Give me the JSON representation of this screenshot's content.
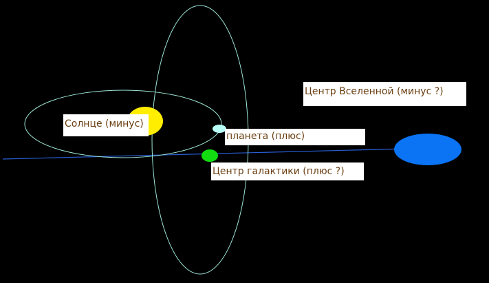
{
  "labels": {
    "sun": "Солнце (минус)",
    "planet": "планета (плюс)",
    "galaxy_center": "Центр галактики (плюс ?)",
    "universe_center": "Центр Вселенной (минус ?)"
  },
  "colors": {
    "background": "#000000",
    "orbit": "#9ee8d8",
    "axis_line": "#2a5fd6",
    "sun": "#ffee00",
    "planet": "#b8fff8",
    "galaxy_center": "#11dd11",
    "universe_center": "#0a74f5",
    "label_text": "#6b3f12",
    "label_background": "#ffffff"
  }
}
